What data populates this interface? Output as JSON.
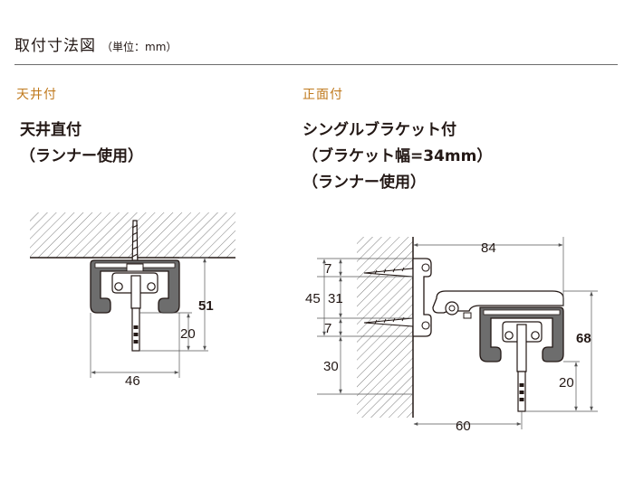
{
  "header": {
    "title": "取付寸法図",
    "unit": "（単位：mm）"
  },
  "ceiling": {
    "section_label": "天井付",
    "heading": [
      "天井直付",
      "（ランナー使用）"
    ],
    "dims": {
      "height": "51",
      "drop": "20",
      "width": "46"
    }
  },
  "wall": {
    "section_label": "正面付",
    "heading": [
      "シングルブラケット付",
      "（ブラケット幅=34mm）",
      "（ランナー使用）"
    ],
    "dims": {
      "projection": "84",
      "top7": "7",
      "mid45": "45",
      "mid31": "31",
      "lower7": "7",
      "below30": "30",
      "height": "68",
      "drop": "20",
      "runner_offset": "60"
    }
  },
  "colors": {
    "accent": "#c07a1e",
    "line": "#231815",
    "dim": "#555555",
    "hatch": "#7d7d7d"
  }
}
